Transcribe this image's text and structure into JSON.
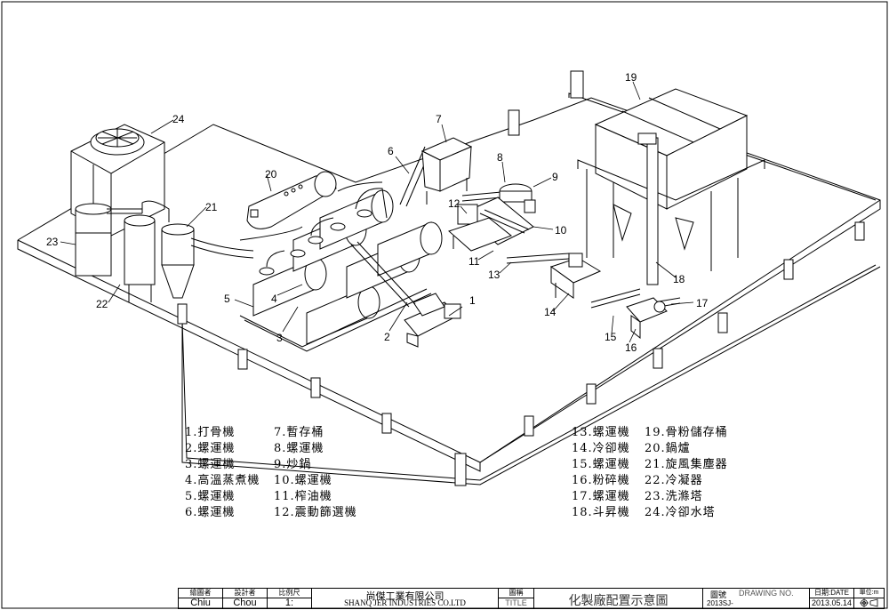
{
  "callouts": [
    "1",
    "2",
    "3",
    "4",
    "5",
    "6",
    "7",
    "8",
    "9",
    "10",
    "11",
    "12",
    "13",
    "14",
    "15",
    "16",
    "17",
    "18",
    "19",
    "20",
    "21",
    "22",
    "23",
    "24"
  ],
  "legend": {
    "col1": [
      "1.打骨機",
      "2.螺運機",
      "3.螺運機",
      "4.高溫蒸煮機",
      "5.螺運機",
      "6.螺運機"
    ],
    "col2": [
      "7.暫存桶",
      "8.螺運機",
      "9.炒鍋",
      "10.螺運機",
      "11.榨油機",
      "12.震動篩選機"
    ],
    "col3": [
      "13.螺運機",
      "14.冷卻機",
      "15.螺運機",
      "16.粉碎機",
      "17.螺運機",
      "18.斗昇機"
    ],
    "col4": [
      "19.骨粉儲存桶",
      "20.鍋爐",
      "21.旋風集塵器",
      "22.冷凝器",
      "23.洗滌塔",
      "24.冷卻水塔"
    ]
  },
  "title_block": {
    "drawn_by_label": "繪圖者",
    "drawn_by": "Chiu",
    "designer_label": "設計者",
    "designer": "Chou",
    "scale_label": "比例尺",
    "scale": "1:",
    "company_cn": "尚傑工業有限公司",
    "company_en": "SHANQ JER INDUSTRIES CO.LTD",
    "title_label": "圖稱",
    "title_label_en": "TITLE",
    "title": "化製廠配置示意圖",
    "drawing_no_label": "圖號",
    "drawing_no_label_en": "DRAWING NO.",
    "drawing_no": "2013SJ-",
    "date_label": "日期:DATE",
    "date": "2013.05.14",
    "unit_label": "單位:m"
  }
}
